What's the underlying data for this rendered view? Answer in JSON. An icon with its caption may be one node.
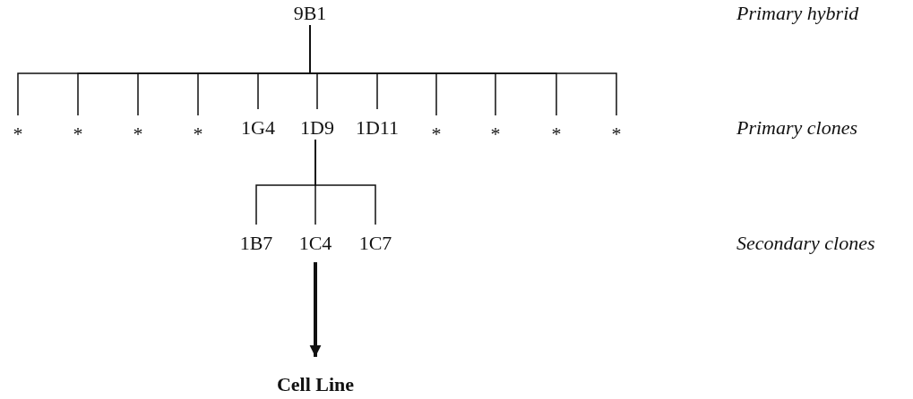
{
  "diagram": {
    "nodes": [
      {
        "text": [
          "9B1"
        ]
      },
      {
        "text": [
          "*"
        ]
      },
      {
        "text": [
          "*"
        ]
      },
      {
        "text": [
          "*"
        ]
      },
      {
        "text": [
          "*"
        ]
      },
      {
        "text": [
          "1G4"
        ]
      },
      {
        "text": [
          "1D9"
        ]
      },
      {
        "text": [
          "1D11"
        ]
      },
      {
        "text": [
          "*"
        ]
      },
      {
        "text": [
          "*"
        ]
      },
      {
        "text": [
          "*"
        ]
      },
      {
        "text": [
          "*"
        ]
      },
      {
        "text": [
          "1B7"
        ]
      },
      {
        "text": [
          "1C4"
        ]
      },
      {
        "text": [
          "1C7"
        ]
      },
      {
        "text": [
          "Cell Line"
        ]
      }
    ],
    "edges": [
      {
        "from": 0,
        "to": 1,
        "arrow": "none"
      },
      {
        "from": 0,
        "to": 2,
        "arrow": "none"
      },
      {
        "from": 0,
        "to": 3,
        "arrow": "none"
      },
      {
        "from": 0,
        "to": 4,
        "arrow": "none"
      },
      {
        "from": 0,
        "to": 5,
        "arrow": "none"
      },
      {
        "from": 0,
        "to": 6,
        "arrow": "none"
      },
      {
        "from": 0,
        "to": 7,
        "arrow": "none"
      },
      {
        "from": 0,
        "to": 8,
        "arrow": "none"
      },
      {
        "from": 0,
        "to": 9,
        "arrow": "none"
      },
      {
        "from": 0,
        "to": 10,
        "arrow": "none"
      },
      {
        "from": 0,
        "to": 11,
        "arrow": "none"
      },
      {
        "from": 6,
        "to": 12,
        "arrow": "none"
      },
      {
        "from": 6,
        "to": 13,
        "arrow": "none"
      },
      {
        "from": 6,
        "to": 14,
        "arrow": "none"
      },
      {
        "from": 13,
        "to": 15,
        "arrow": "to",
        "style": "thick"
      }
    ],
    "labels": [
      "Primary hybrid",
      "Primary clones",
      "Secondary clones"
    ]
  }
}
